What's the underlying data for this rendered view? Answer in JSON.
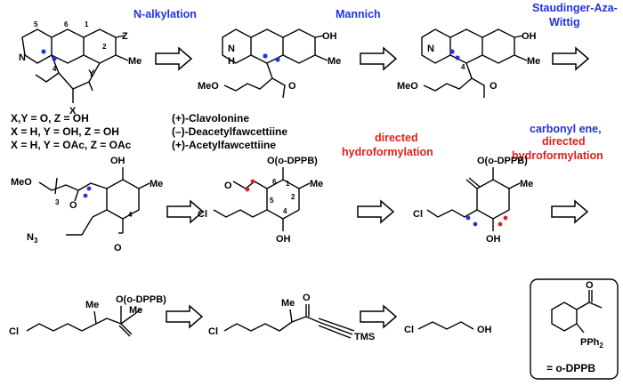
{
  "steps": {
    "step1": "N-alkylation",
    "step2": "Mannich",
    "step3_line1": "Staudinger-Aza-",
    "step3_line2": "Wittig",
    "step4_line1": "directed",
    "step4_line2": "hydroformylation",
    "step5_line1": "carbonyl ene,",
    "step5_line2": "directed",
    "step5_line3": "hydroformylation"
  },
  "targets": [
    {
      "substituents": "X,Y = O, Z = OH",
      "name": "(+)-Clavolonine"
    },
    {
      "substituents": "X = H, Y = OH, Z = OH",
      "name": "(–)-Deacetylfawcettiine"
    },
    {
      "substituents": "X = H, Y = OAc, Z = OAc",
      "name": "(+)-Acetylfawcettiine"
    }
  ],
  "atom_labels": {
    "N": "N",
    "H": "H",
    "X": "X",
    "Y": "Y",
    "Z": "Z",
    "Me": "Me",
    "OH": "OH",
    "O": "O",
    "OMe": "MeO",
    "Cl": "Cl",
    "N3": "N",
    "N3_sub": "3",
    "subscript3": "3",
    "Oo": "O(o-DPPB)",
    "TMS": "TMS",
    "PPh2": "PPh",
    "PPh2_sub": "2"
  },
  "numbering": {
    "n1": "1",
    "n2": "2",
    "n4": "4",
    "n5": "5",
    "n6": "6"
  },
  "legend": {
    "definition": "= o-DPPB"
  },
  "colors": {
    "blue": "#2233dd",
    "red": "#e0201c",
    "black": "#000000"
  }
}
